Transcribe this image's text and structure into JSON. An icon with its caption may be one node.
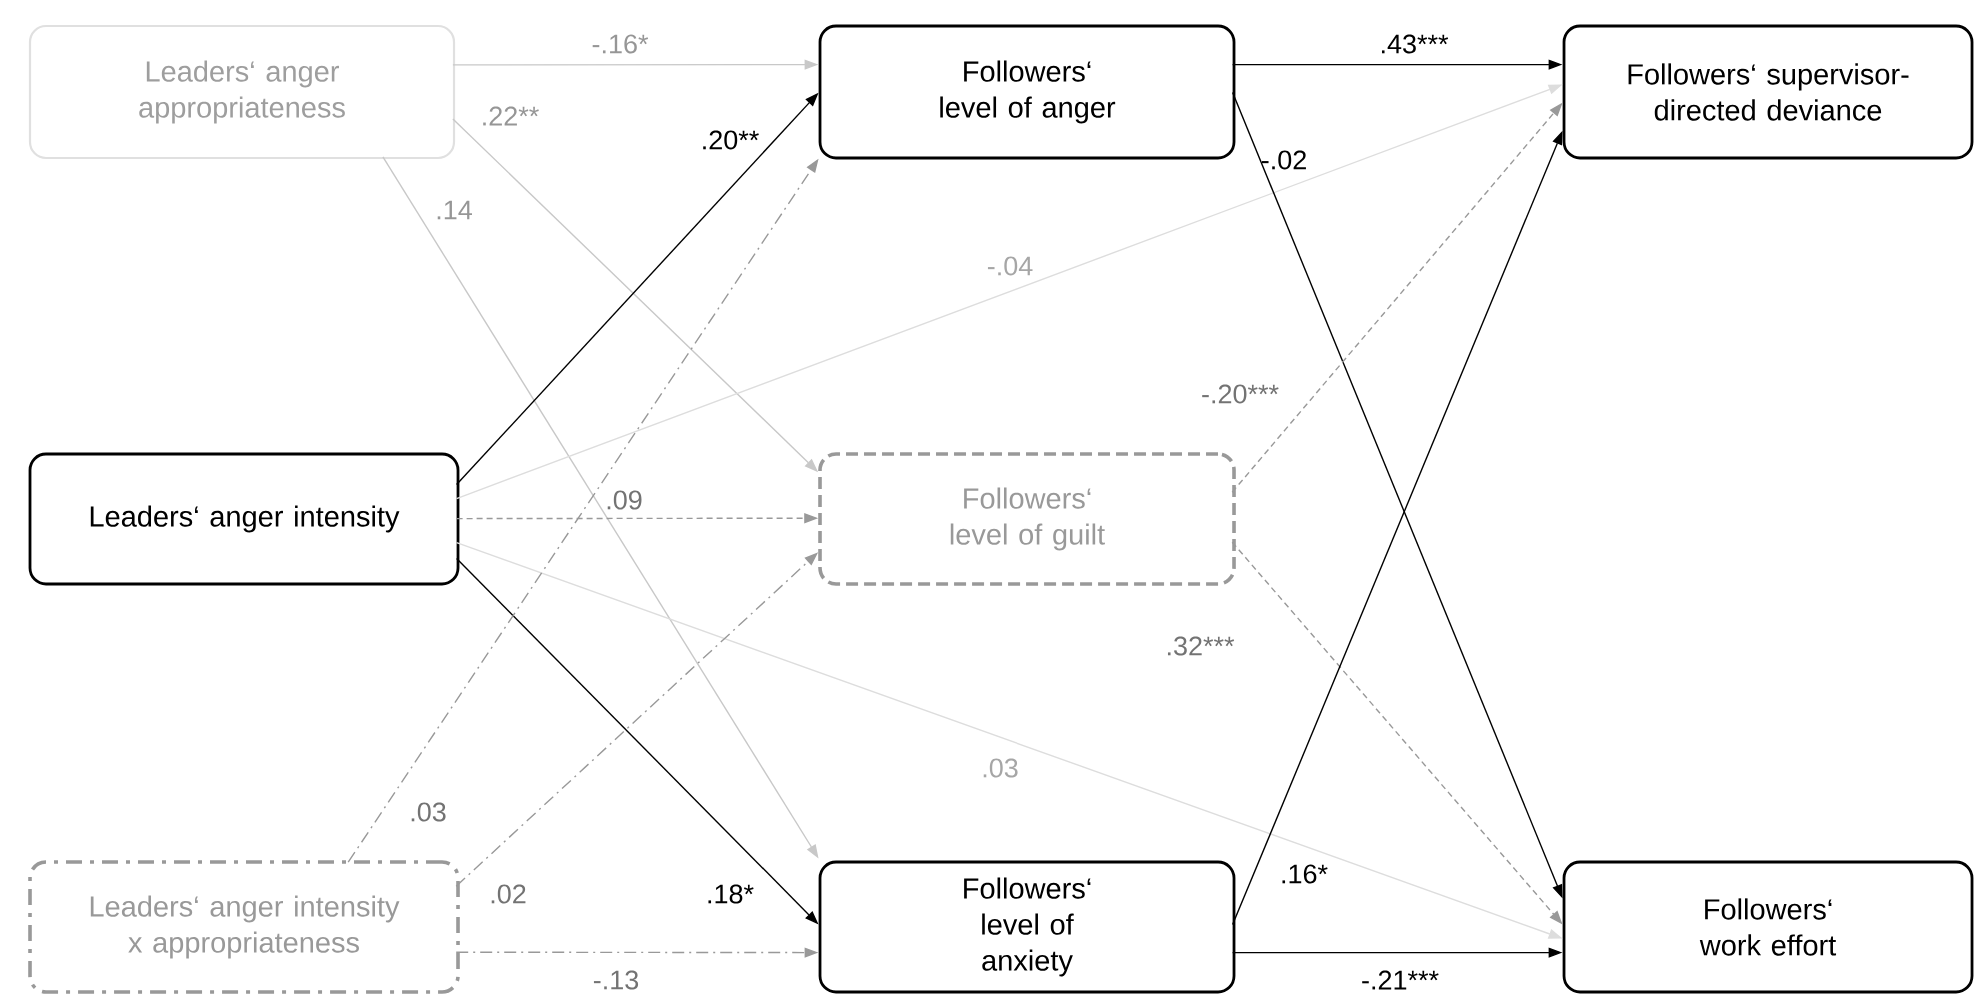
{
  "diagram": {
    "nodes": [
      {
        "text": [
          "Leaders‘ anger appropriateness"
        ]
      },
      {
        "text": [
          "Followers‘ level of anger"
        ]
      },
      {
        "text": [
          "Followers‘ supervisor-directed deviance"
        ]
      },
      {
        "text": [
          "Leaders‘ anger intensity"
        ]
      },
      {
        "text": [
          "Followers‘ level of guilt"
        ]
      },
      {
        "text": [
          "Leaders‘ anger intensity x appropriateness"
        ]
      },
      {
        "text": [
          "Followers‘ level of anxiety"
        ]
      },
      {
        "text": [
          "Followers‘ work effort"
        ]
      }
    ],
    "edges": [
      {
        "from": 0,
        "to": 1,
        "arrow": "to",
        "label": "-.16*",
        "color": "#c8c8c8"
      },
      {
        "from": 0,
        "to": 4,
        "arrow": "to",
        "label": ".22**",
        "color": "#c8c8c8"
      },
      {
        "from": 0,
        "to": 6,
        "arrow": "to",
        "label": ".14",
        "color": "#c8c8c8"
      },
      {
        "from": 3,
        "to": 1,
        "arrow": "to",
        "label": ".20**"
      },
      {
        "from": 3,
        "to": 2,
        "arrow": "to",
        "label": "-.04",
        "color": "#dddddd"
      },
      {
        "from": 3,
        "to": 4,
        "arrow": "to",
        "label": ".09",
        "style": "dashed",
        "color": "#999999"
      },
      {
        "from": 3,
        "to": 6,
        "arrow": "to",
        "label": ".18*"
      },
      {
        "from": 3,
        "to": 7,
        "arrow": "to",
        "label": ".03",
        "color": "#dddddd"
      },
      {
        "from": 5,
        "to": 1,
        "arrow": "to",
        "label": ".03",
        "style": "dashed",
        "color": "#999999"
      },
      {
        "from": 5,
        "to": 4,
        "arrow": "to",
        "label": ".02",
        "style": "dashed",
        "color": "#999999"
      },
      {
        "from": 5,
        "to": 6,
        "arrow": "to",
        "label": "-.13",
        "style": "dashed",
        "color": "#999999"
      },
      {
        "from": 1,
        "to": 2,
        "arrow": "to",
        "label": ".43***"
      },
      {
        "from": 1,
        "to": 7,
        "arrow": "to",
        "label": "-.02"
      },
      {
        "from": 4,
        "to": 2,
        "arrow": "to",
        "label": "-.20***",
        "style": "dashed",
        "color": "#999999"
      },
      {
        "from": 4,
        "to": 7,
        "arrow": "to",
        "label": ".32***",
        "style": "dashed",
        "color": "#999999"
      },
      {
        "from": 6,
        "to": 2,
        "arrow": "to",
        "label": ".16*"
      },
      {
        "from": 6,
        "to": 7,
        "arrow": "to",
        "label": "-.21***"
      }
    ]
  }
}
